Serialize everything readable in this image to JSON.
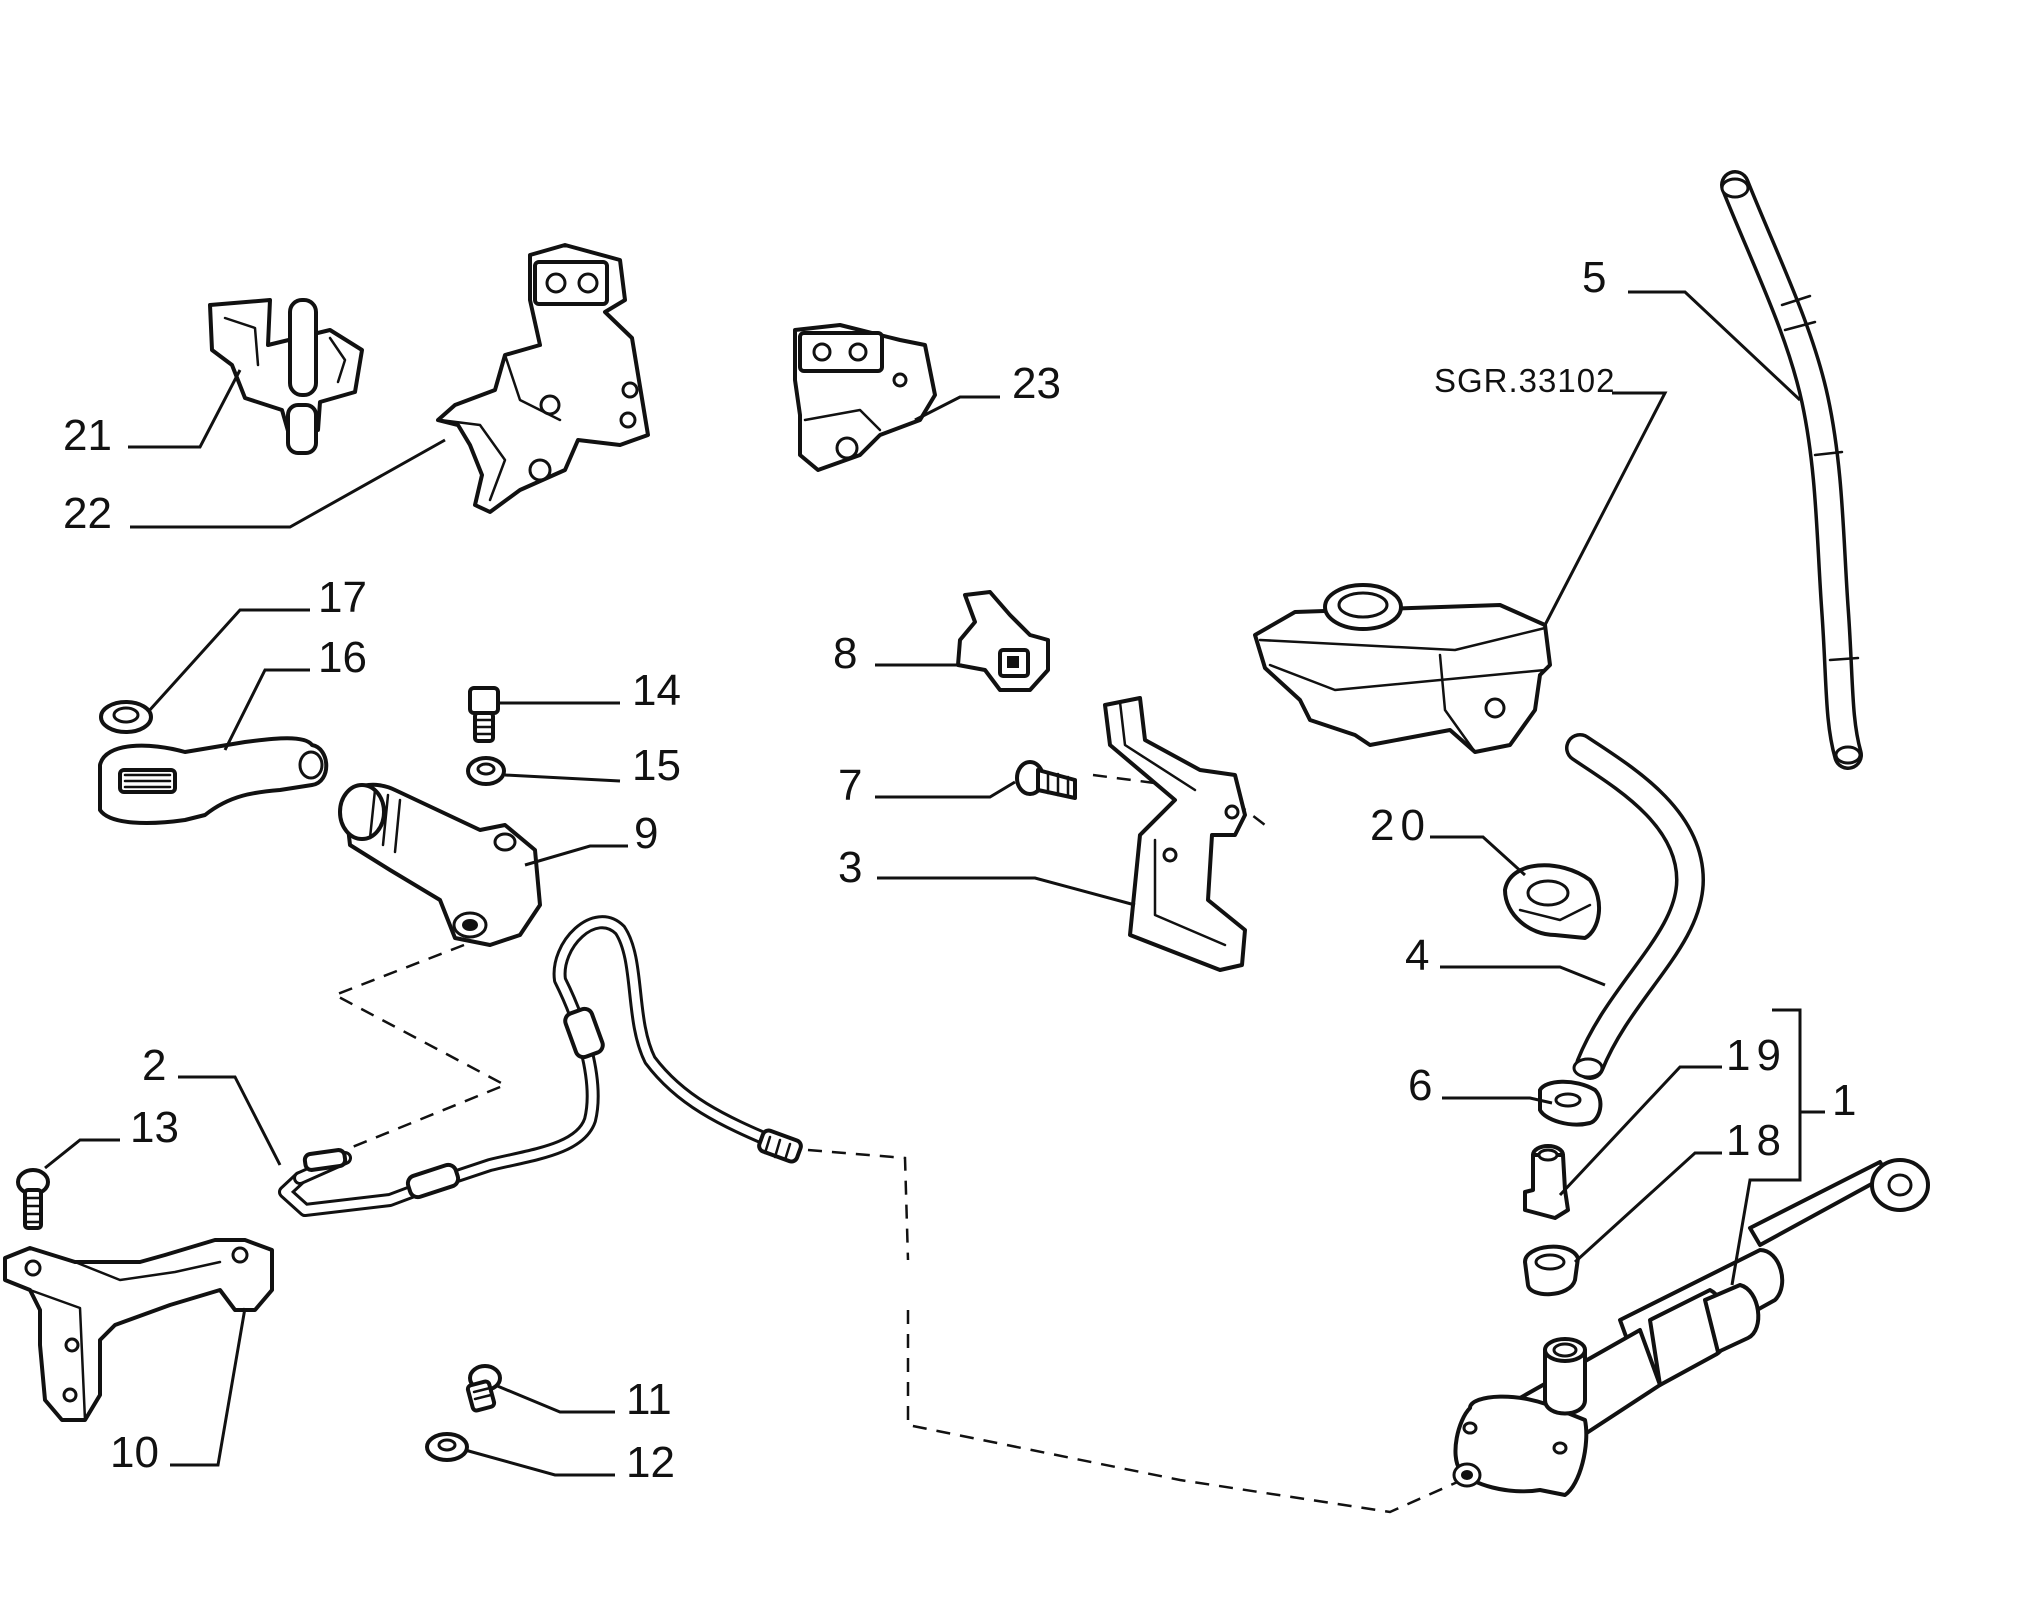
{
  "diagram": {
    "reference_code": "SGR.33102",
    "part_labels": [
      {
        "id": "p1",
        "text": "1"
      },
      {
        "id": "p2",
        "text": "2"
      },
      {
        "id": "p3",
        "text": "3"
      },
      {
        "id": "p4",
        "text": "4"
      },
      {
        "id": "p5",
        "text": "5"
      },
      {
        "id": "p6",
        "text": "6"
      },
      {
        "id": "p7",
        "text": "7"
      },
      {
        "id": "p8",
        "text": "8"
      },
      {
        "id": "p9",
        "text": "9"
      },
      {
        "id": "p10",
        "text": "10"
      },
      {
        "id": "p11",
        "text": "11"
      },
      {
        "id": "p12",
        "text": "12"
      },
      {
        "id": "p13",
        "text": "13"
      },
      {
        "id": "p14",
        "text": "14"
      },
      {
        "id": "p15",
        "text": "15"
      },
      {
        "id": "p16",
        "text": "16"
      },
      {
        "id": "p17",
        "text": "17"
      },
      {
        "id": "p18",
        "text": "18"
      },
      {
        "id": "p19",
        "text": "19"
      },
      {
        "id": "p20",
        "text": "20"
      },
      {
        "id": "p21",
        "text": "21"
      },
      {
        "id": "p22",
        "text": "22"
      },
      {
        "id": "p23",
        "text": "23"
      }
    ]
  }
}
